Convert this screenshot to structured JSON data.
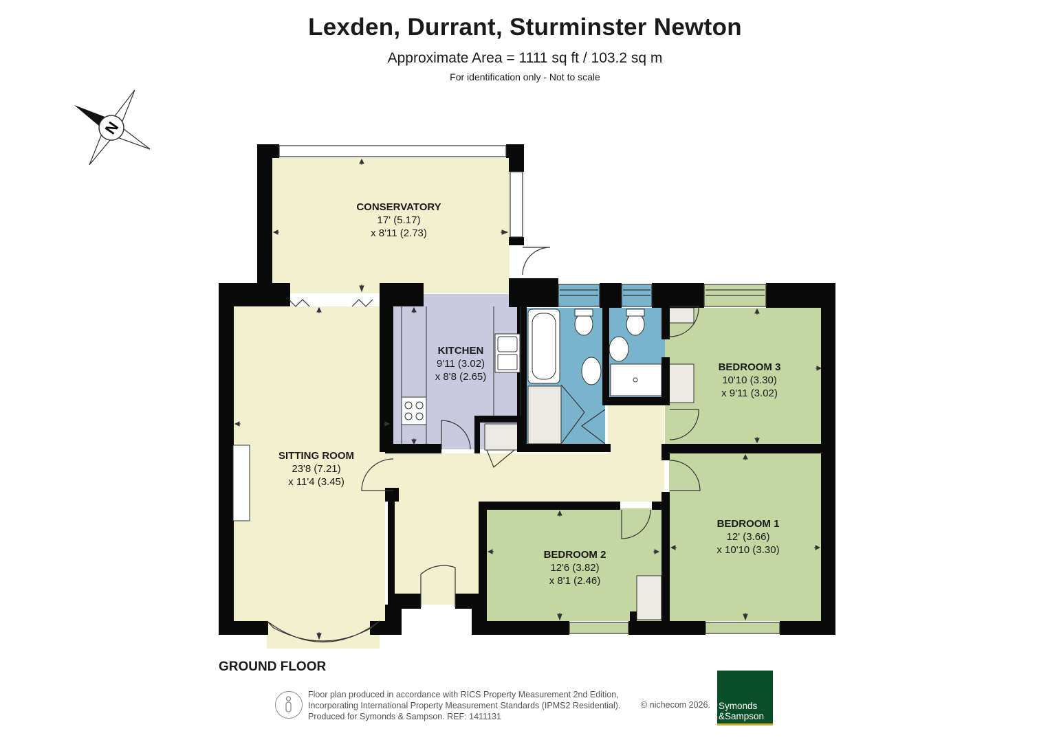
{
  "header": {
    "title": "Lexden, Durrant, Sturminster Newton",
    "area": "Approximate Area = 1111 sq ft / 103.2 sq m",
    "note": "For identification only - Not to scale"
  },
  "floor": {
    "label": "GROUND FLOOR"
  },
  "rooms": {
    "conservatory": {
      "name": "CONSERVATORY",
      "dim1": "17' (5.17)",
      "dim2": "x 8'11 (2.73)"
    },
    "kitchen": {
      "name": "KITCHEN",
      "dim1": "9'11 (3.02)",
      "dim2": "x 8'8 (2.65)"
    },
    "sitting_room": {
      "name": "SITTING ROOM",
      "dim1": "23'8 (7.21)",
      "dim2": "x 11'4 (3.45)"
    },
    "bedroom3": {
      "name": "BEDROOM  3",
      "dim1": "10'10 (3.30)",
      "dim2": "x 9'11 (3.02)"
    },
    "bedroom2": {
      "name": "BEDROOM 2",
      "dim1": "12'6 (3.82)",
      "dim2": "x 8'1 (2.46)"
    },
    "bedroom1": {
      "name": "BEDROOM 1",
      "dim1": "12' (3.66)",
      "dim2": "x 10'10 (3.30)"
    }
  },
  "compass": {
    "letter": "N",
    "icon": "north-arrow-icon"
  },
  "footer": {
    "line1": "Floor plan produced in accordance with RICS Property Measurement 2nd Edition,",
    "line2": "Incorporating International Property Measurement Standards (IPMS2 Residential).",
    "line3": "Produced for Symonds & Sampson.   REF: 1411131",
    "copyright": "© nichecom 2026."
  },
  "brand": {
    "line1": "Symonds",
    "line2": "&Sampson",
    "color": "#0b4f2a",
    "accent": "#c9b02a"
  },
  "colors": {
    "living": "#f3f0d0",
    "kitchen": "#c9c9e0",
    "bathroom": "#79b3cc",
    "bedroom": "#c4d6a2",
    "storage": "#eaeae2",
    "wall": "#0a0a0a"
  }
}
